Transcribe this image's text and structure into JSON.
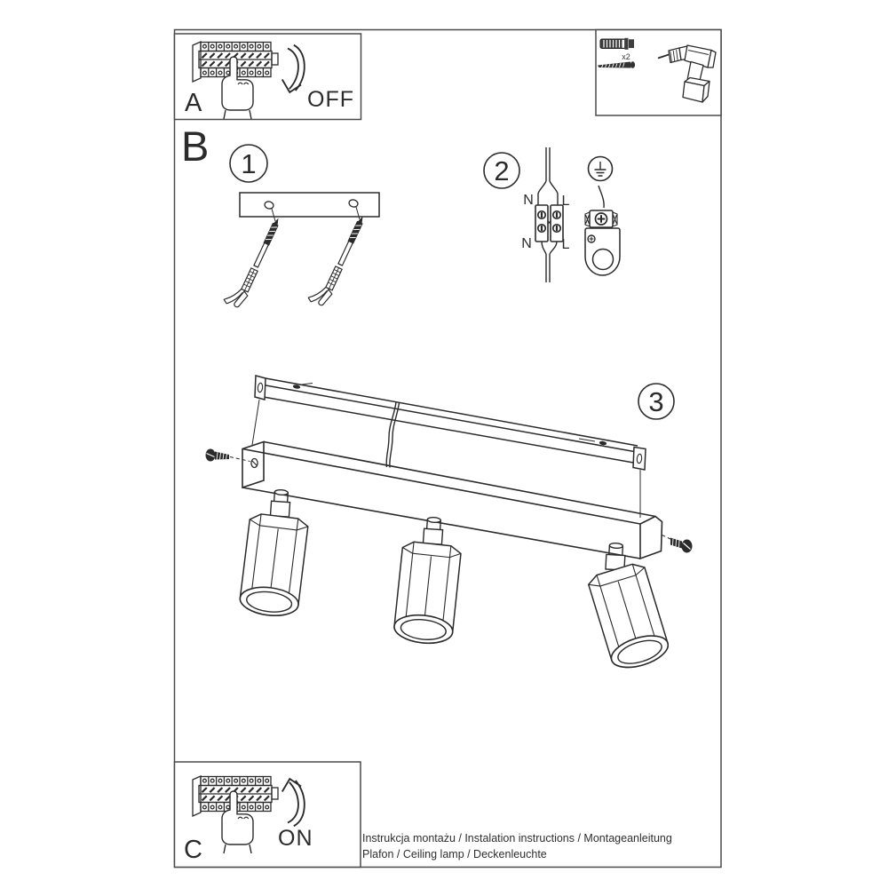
{
  "colors": {
    "ink": "#2b2b2b",
    "paper": "#ffffff",
    "frame": "#4a4a4a"
  },
  "box_a": {
    "label": "A",
    "action": "OFF"
  },
  "box_c": {
    "label": "C",
    "action": "ON"
  },
  "tools_box": {
    "plug_qty": "x2"
  },
  "section_b": {
    "label": "B",
    "step1_num": "1",
    "step2_num": "2",
    "step3_num": "3",
    "wiring": {
      "n_top": "N",
      "l_top": "L",
      "n_bottom": "N",
      "l_bottom": "L"
    }
  },
  "footer": {
    "line1": "Instrukcja montażu / Instalation instructions / Montageanleitung",
    "line2": "Plafon / Ceiling lamp / Deckenleuchte"
  }
}
